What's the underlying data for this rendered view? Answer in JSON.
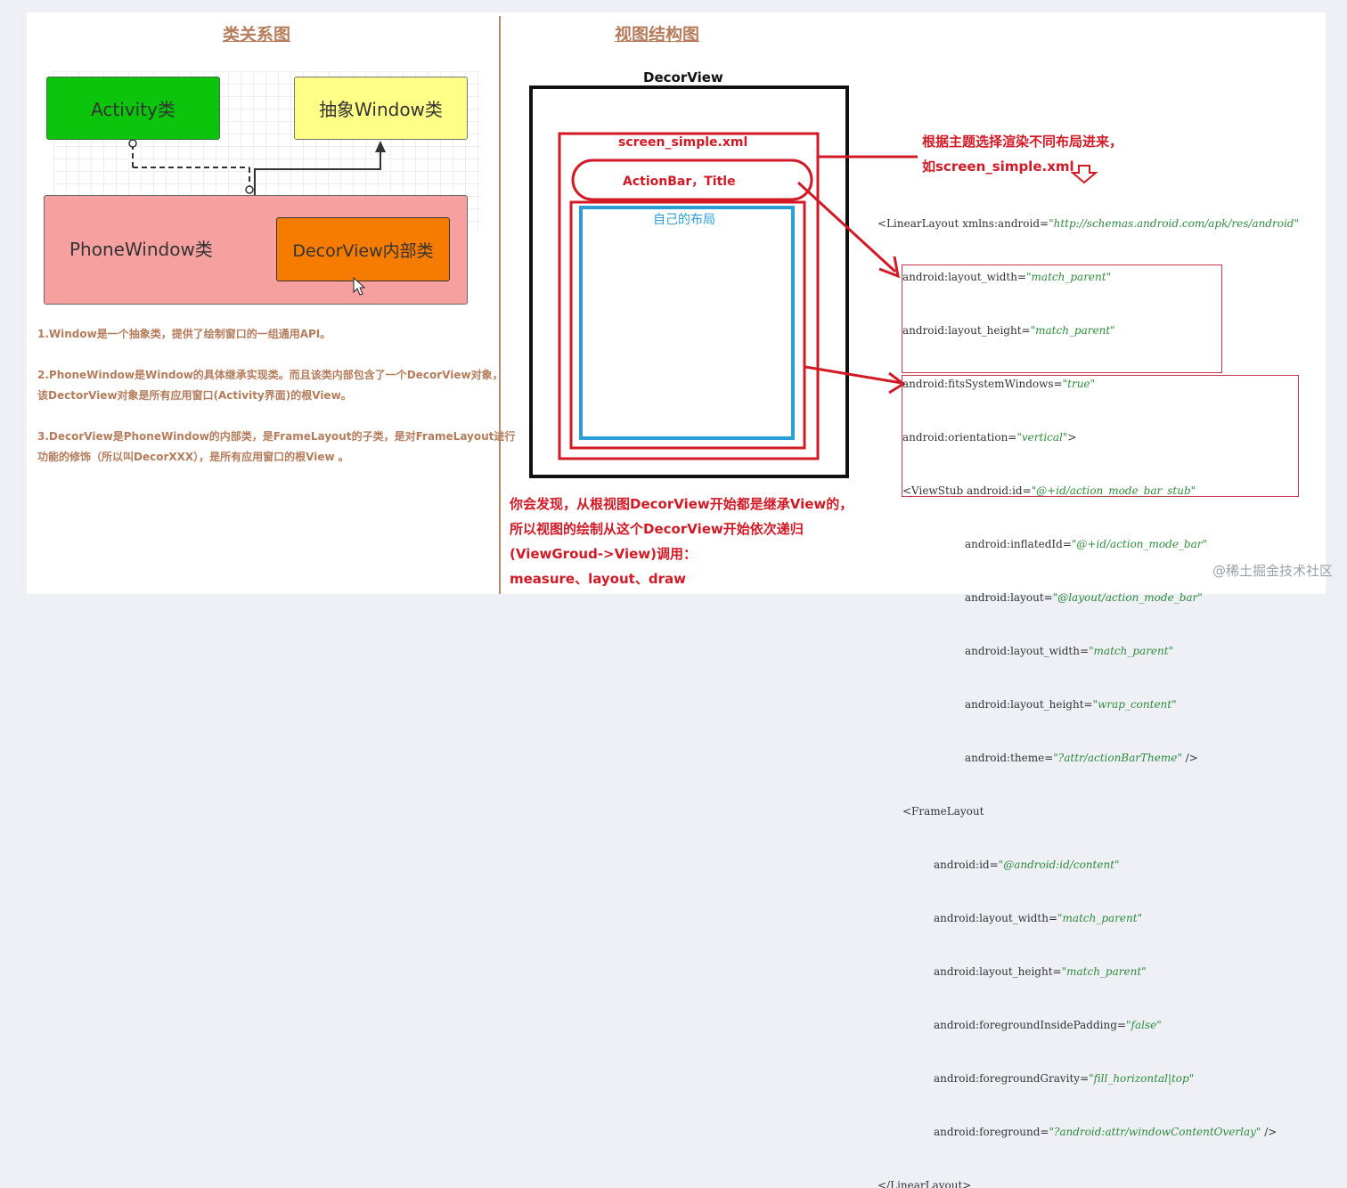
{
  "left": {
    "title": "类关系图",
    "boxes": {
      "activity": "Activity类",
      "window": "抽象Window类",
      "phone_window": "PhoneWindow类",
      "decor_inner": "DecorView内部类"
    },
    "notes": [
      "1.Window是一个抽象类，提供了绘制窗口的一组通用API。",
      "2.PhoneWindow是Window的具体继承实现类。而且该类内部包含了一个DecorView对象，",
      "该DectorView对象是所有应用窗口(Activity界面)的根View。",
      "3.DecorView是PhoneWindow的内部类，是FrameLayout的子类，是对FrameLayout进行",
      "功能的修饰（所以叫DecorXXX），是所有应用窗口的根View 。"
    ]
  },
  "right": {
    "title": "视图结构图",
    "decor_label": "DecorView",
    "screen_label": "screen_simple.xml",
    "actionbar_label": "ActionBar，Title",
    "own_layout_label": "自己的布局",
    "annotation_line1": "根据主题选择渲染不同布局进来，",
    "annotation_line2": "如screen_simple.xml",
    "code": {
      "l1_tag": "<LinearLayout xmlns:android=",
      "l1_val": "\"http://schemas.android.com/apk/res/android\"",
      "l2_tag": "android:layout_width=",
      "l2_val": "\"match_parent\"",
      "l3_tag": "android:layout_height=",
      "l3_val": "\"match_parent\"",
      "l4_tag": "android:fitsSystemWindows=",
      "l4_val": "\"true\"",
      "l5_tag": "android:orientation=",
      "l5_val": "\"vertical\"",
      "l5_end": ">",
      "vs1_tag": "<ViewStub android:id=",
      "vs1_val": "\"@+id/action_mode_bar_stub\"",
      "vs2_tag": "android:inflatedId=",
      "vs2_val": "\"@+id/action_mode_bar\"",
      "vs3_tag": "android:layout=",
      "vs3_val": "\"@layout/action_mode_bar\"",
      "vs4_tag": "android:layout_width=",
      "vs4_val": "\"match_parent\"",
      "vs5_tag": "android:layout_height=",
      "vs5_val": "\"wrap_content\"",
      "vs6_tag": "android:theme=",
      "vs6_val": "\"?attr/actionBarTheme\"",
      "vs6_end": " />",
      "fl0": "<FrameLayout",
      "fl1_tag": "android:id=",
      "fl1_val": "\"@android:id/content\"",
      "fl2_tag": "android:layout_width=",
      "fl2_val": "\"match_parent\"",
      "fl3_tag": "android:layout_height=",
      "fl3_val": "\"match_parent\"",
      "fl4_tag": "android:foregroundInsidePadding=",
      "fl4_val": "\"false\"",
      "fl5_tag": "android:foregroundGravity=",
      "fl5_val": "\"fill_horizontal|top\"",
      "fl6_tag": "android:foreground=",
      "fl6_val": "\"?android:attr/windowContentOverlay\"",
      "fl6_end": " />",
      "close": "</LinearLayout>"
    },
    "bottom_lines": [
      "你会发现，从根视图DecorView开始都是继承View的，",
      "所以视图的绘制从这个DecorView开始依次递归",
      "(ViewGroud->View)调用：",
      "measure、layout、draw"
    ]
  },
  "watermark": "@稀土掘金技术社区",
  "colors": {
    "activity_fill": "#0dc40d",
    "window_fill": "#ffff88",
    "phone_fill": "#f7a0a0",
    "decor_fill": "#f57c00",
    "red": "#d11a26",
    "blue": "#2a9fd6",
    "heading": "#b57c5c"
  }
}
